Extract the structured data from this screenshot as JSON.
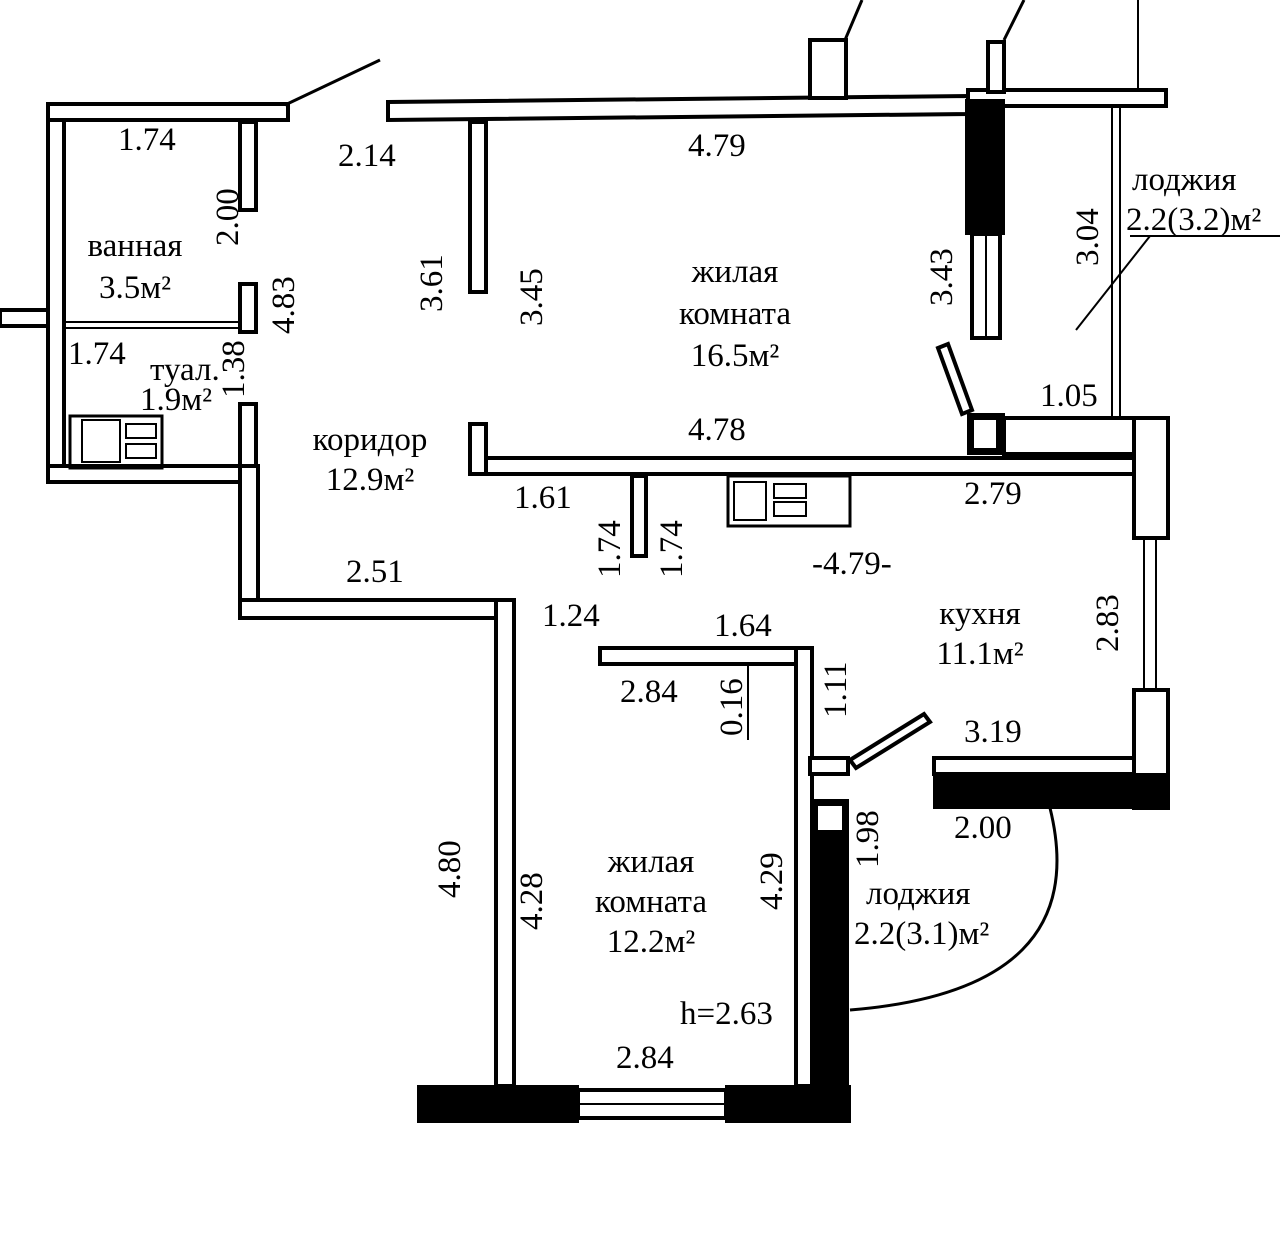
{
  "rooms": {
    "bath": {
      "name": "ванная",
      "area": "3.5м²"
    },
    "toilet": {
      "name": "туал.",
      "area": "1.9м²"
    },
    "corridor": {
      "name": "коридор",
      "area": "12.9м²"
    },
    "living1": {
      "name1": "жилая",
      "name2": "комната",
      "area": "16.5м²"
    },
    "loggia1": {
      "name": "лоджия",
      "area": "2.2(3.2)м²"
    },
    "kitchen": {
      "name": "кухня",
      "area": "11.1м²"
    },
    "living2": {
      "name1": "жилая",
      "name2": "комната",
      "area": "12.2м²"
    },
    "loggia2": {
      "name": "лоджия",
      "area": "2.2(3.1)м²"
    }
  },
  "ceiling_height": "h=2.63",
  "dims": {
    "bath_top": "1.74",
    "bath_side": "2.00",
    "toilet_top": "1.74",
    "toilet_side": "1.38",
    "corr_door": "2.14",
    "corr_side": "4.83",
    "corr_inner": "3.61",
    "lr1_left": "3.45",
    "lr1_top": "4.79",
    "lr1_right": "3.43",
    "lr1_bottom": "4.78",
    "loggia1_side": "3.04",
    "loggia1_bottom": "1.05",
    "k_1": "1.61",
    "k_2": "2.79",
    "k_3": "1.74",
    "k_4": "1.74",
    "k_5": "-4.79-",
    "k_6": "1.24",
    "k_7": "1.64",
    "k_8": "1.11",
    "k_9": "2.83",
    "k_10": "3.19",
    "k_11": "2.84",
    "k_12": "0.16",
    "corr_bottom": "2.51",
    "lr2_left_out": "4.80",
    "lr2_left": "4.28",
    "lr2_right": "4.29",
    "lr2_bottom": "2.84",
    "loggia2_side": "1.98",
    "loggia2_bottom": "2.00"
  }
}
